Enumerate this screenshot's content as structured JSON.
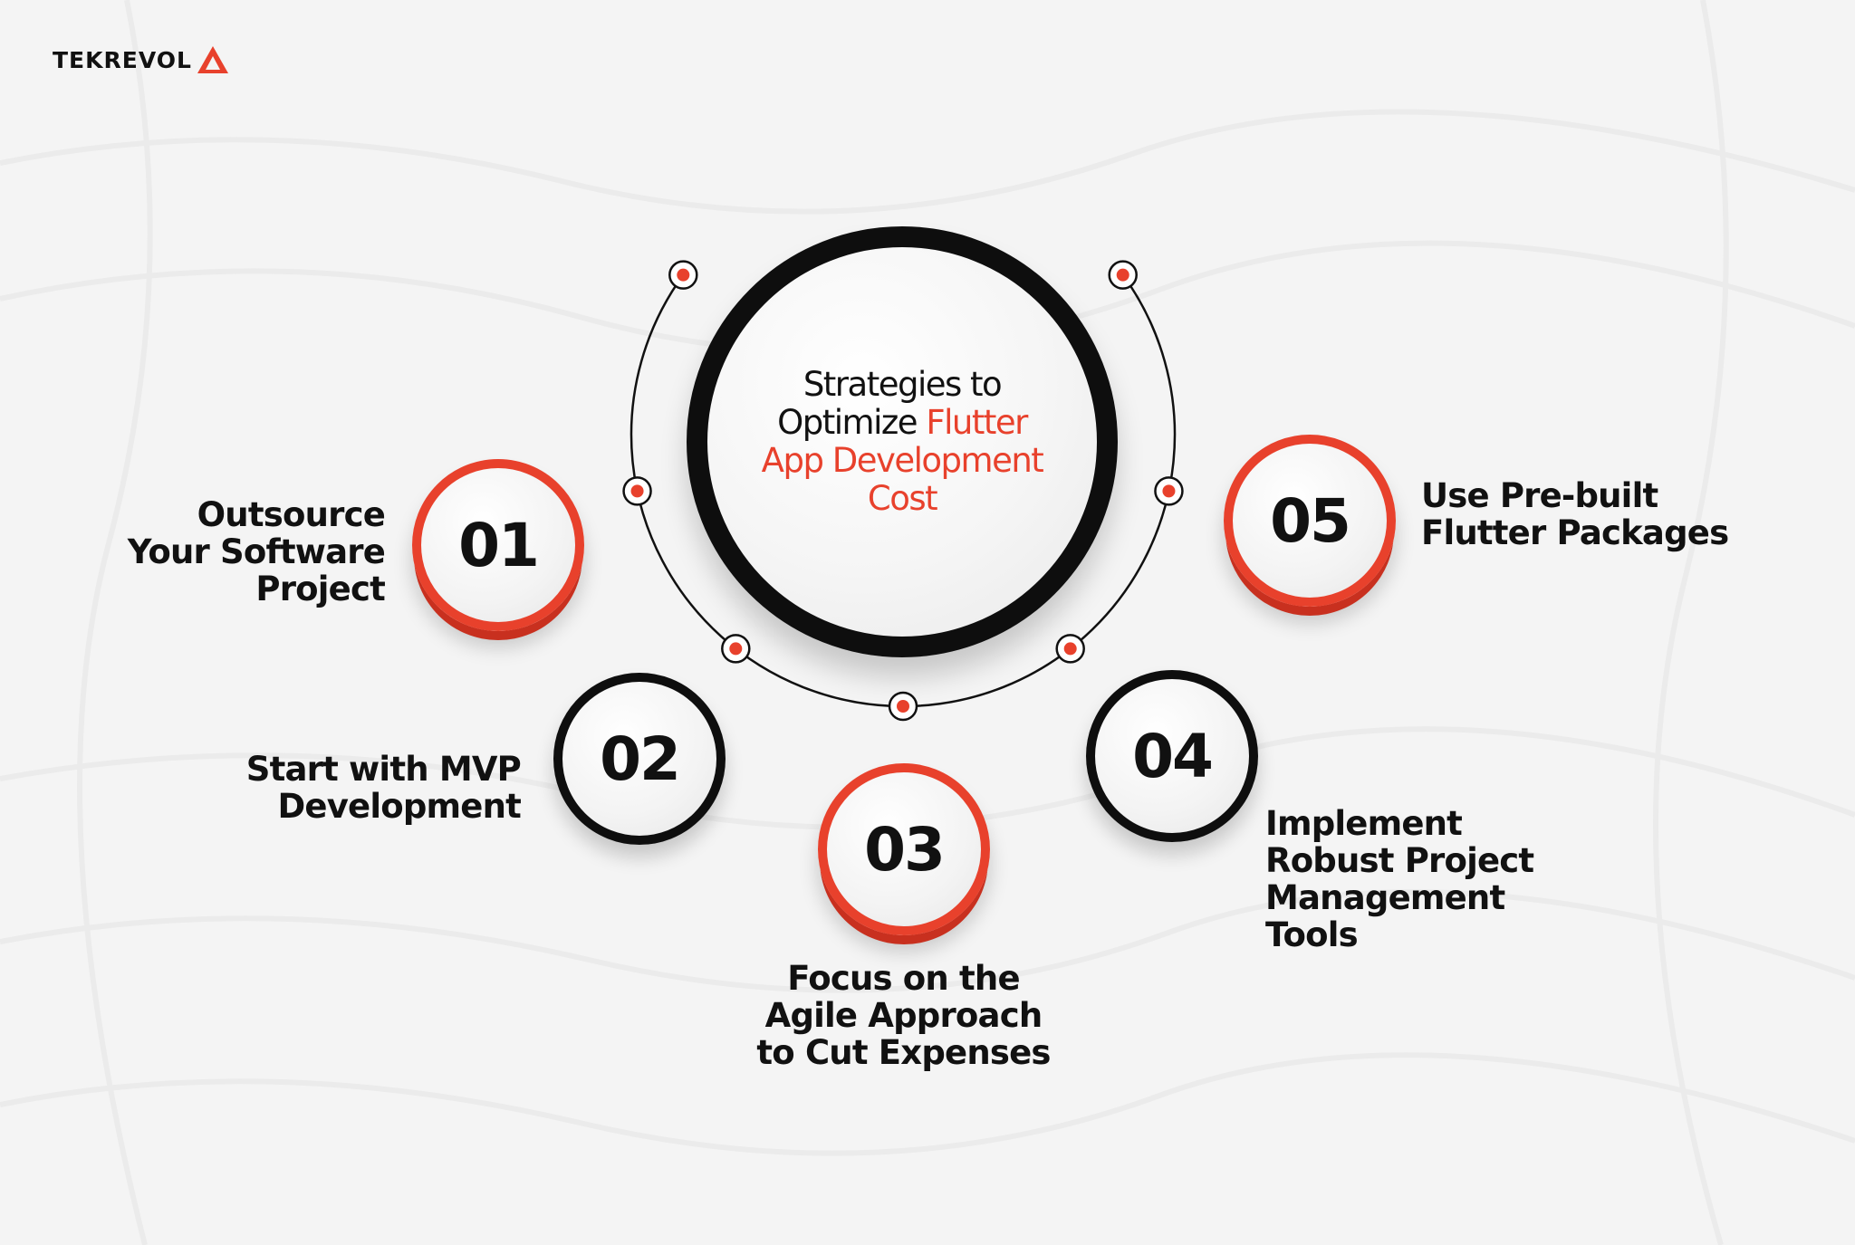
{
  "brand": {
    "logo_text": "TEKREVOL",
    "accent_color": "#e8412c"
  },
  "center": {
    "title_part1": "Strategies to Optimize",
    "title_part2": "Flutter App Development Cost"
  },
  "steps": [
    {
      "number": "01",
      "label": "Outsource Your Software Project",
      "ring_color": "#e8412c"
    },
    {
      "number": "02",
      "label": "Start with MVP Development",
      "ring_color": "#0e0e0e"
    },
    {
      "number": "03",
      "label": "Focus on the Agile Approach to Cut Expenses",
      "ring_color": "#e8412c"
    },
    {
      "number": "04",
      "label": "Implement Robust Project Management Tools",
      "ring_color": "#0e0e0e"
    },
    {
      "number": "05",
      "label": "Use Pre-built Flutter Packages",
      "ring_color": "#e8412c"
    }
  ]
}
